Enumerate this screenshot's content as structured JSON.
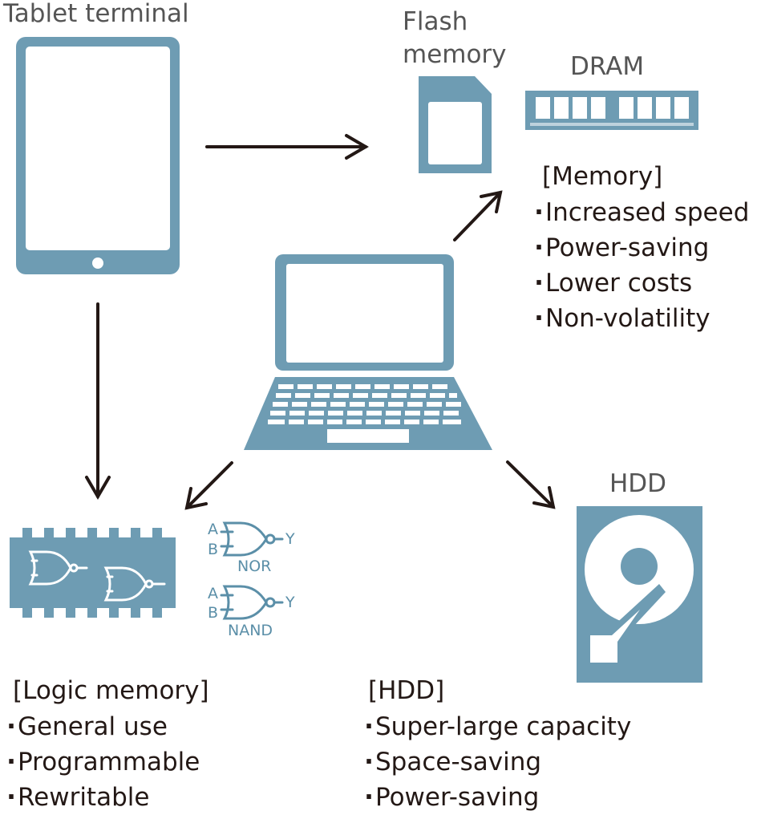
{
  "labels": {
    "tablet": "Tablet terminal",
    "flash": [
      "Flash",
      "memory"
    ],
    "dram": "DRAM",
    "hdd": "HDD"
  },
  "gate_labels": {
    "a": "A",
    "b": "B",
    "y": "Y",
    "nor": "NOR",
    "nand": "NAND"
  },
  "memory": {
    "heading": "[Memory]",
    "items": [
      "Increased speed",
      "Power-saving",
      "Lower costs",
      "Non-volatility"
    ]
  },
  "logic_memory": {
    "heading": "[Logic memory]",
    "items": [
      "General use",
      "Programmable",
      "Rewritable"
    ]
  },
  "hdd_box": {
    "heading": "[HDD]",
    "items": [
      "Super-large capacity",
      "Space-saving",
      "Power-saving"
    ]
  },
  "colors": {
    "device": "#6e9cb3",
    "arrow": "#231815",
    "text": "#231815"
  },
  "icons": [
    "tablet-icon",
    "sd-card-icon",
    "dram-module-icon",
    "laptop-icon",
    "logic-chip-icon",
    "hard-disk-icon",
    "nor-gate-icon",
    "nand-gate-icon"
  ]
}
